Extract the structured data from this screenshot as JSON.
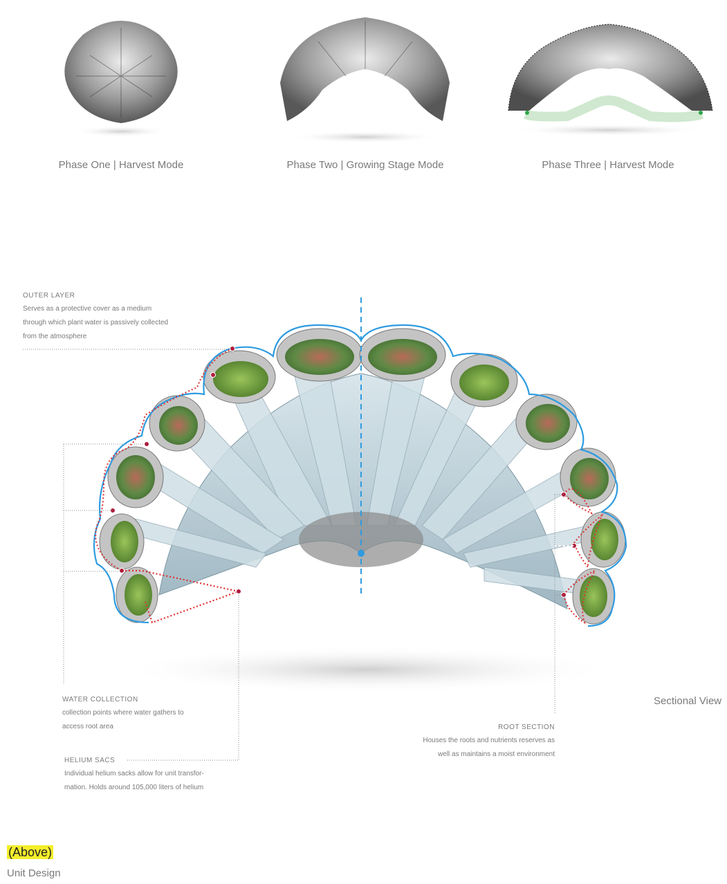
{
  "phases": [
    {
      "caption": "Phase One | Harvest Mode"
    },
    {
      "caption": "Phase Two | Growing Stage Mode"
    },
    {
      "caption": "Phase Three | Harvest Mode"
    }
  ],
  "callouts": {
    "outer_layer": {
      "title": "OUTER LAYER",
      "lines": [
        "Serves as a protective cover as a medium",
        "through which plant water is passively collected",
        "from the atmosphere"
      ]
    },
    "water_collection": {
      "title": "WATER COLLECTION",
      "lines": [
        "collection points where water gathers to",
        "access root area"
      ]
    },
    "helium_sacs": {
      "title": "HELIUM SACS",
      "lines": [
        "Individual helium sacks allow for unit transfor-",
        "mation. Holds around 105,000 liters of helium"
      ]
    },
    "root_section": {
      "title": "ROOT SECTION",
      "lines": [
        "Houses the roots and nutrients reserves as",
        "well as maintains a moist environment"
      ]
    }
  },
  "view_label": "Sectional View",
  "footer": {
    "tag": "(Above)",
    "caption": "Unit Design"
  },
  "colors": {
    "outline_blue": "#2f9be0",
    "marker_red": "#e03030",
    "leader_gray": "#888888"
  }
}
